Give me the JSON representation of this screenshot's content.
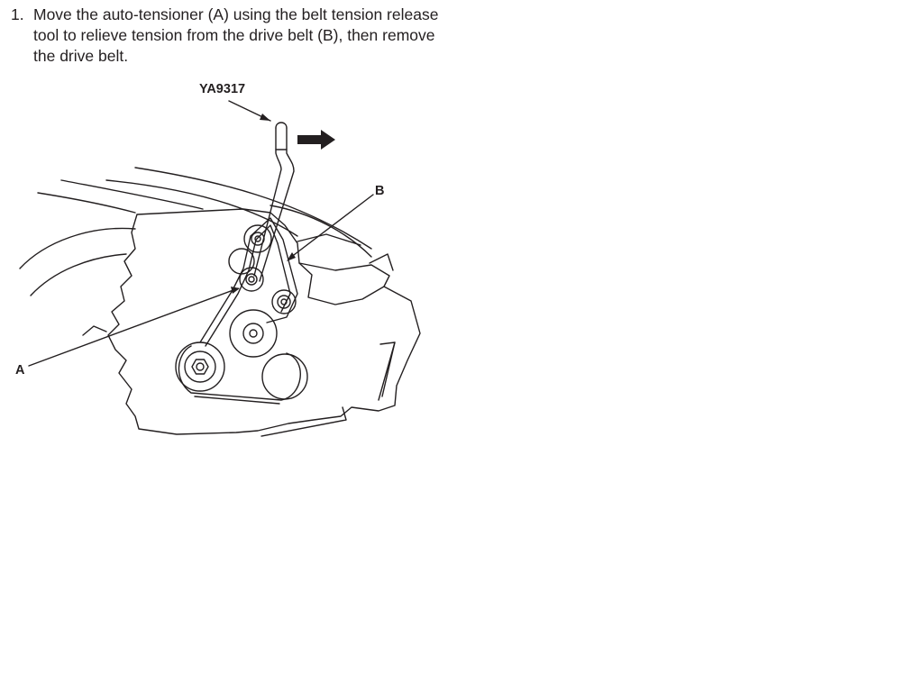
{
  "step": {
    "number": "1.",
    "text": "Move the auto-tensioner (A) using the belt tension release tool to relieve tension from the drive belt (B), then remove the drive belt."
  },
  "figure": {
    "tool_label": "YA9317",
    "label_b": "B",
    "label_a": "A"
  }
}
